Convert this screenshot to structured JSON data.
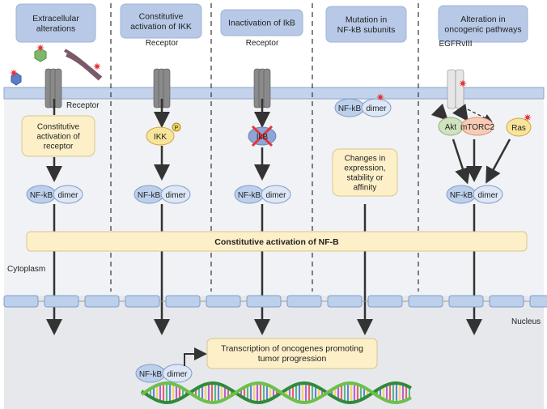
{
  "headers": [
    "Extracellular alterations",
    "Constitutive activation of IKK",
    "Inactivation of IkB",
    "Mutation in NF-kB subunits",
    "Alteration in oncogenic pathways"
  ],
  "header_lines": [
    [
      "Extracellular",
      "alterations"
    ],
    [
      "Constitutive",
      "activation of IKK"
    ],
    [
      "Inactivation of IkB"
    ],
    [
      "Mutation in",
      "NF-kB subunits"
    ],
    [
      "Alteration in",
      "oncogenic pathways"
    ]
  ],
  "receptor_label": "Receptor",
  "egfr_label": "EGFRvIII",
  "col1_box": [
    "Constitutive",
    "activation of",
    "receptor"
  ],
  "ikk": "IKK",
  "phospho": "P",
  "ikb": "IkB",
  "nfkb": "NF-kB",
  "dimer": "dimer",
  "col4_box": [
    "Changes in",
    "expression,",
    "stability or",
    "affinity"
  ],
  "akt": "Akt",
  "mtorc2": "mTORC2",
  "ras": "Ras",
  "nfb_bar": "Constitutive activation of NF-B",
  "cytoplasm": "Cytoplasm",
  "nucleus": "Nucleus",
  "transcription": [
    "Transcription of oncogenes promoting",
    "tumor progression"
  ],
  "colors": {
    "header": "#b7c9e6",
    "note": "#fdf0c8",
    "membrane": "#c3d3ec",
    "receptor": "#8a8a8a",
    "akt": "#cfe3bf",
    "mtorc2": "#f7cbb5",
    "ras": "#f8e49a",
    "ikk": "#f8e49a",
    "nucleus_bg": "#e6e8ec",
    "cyto_bg": "#f1f2f5"
  }
}
